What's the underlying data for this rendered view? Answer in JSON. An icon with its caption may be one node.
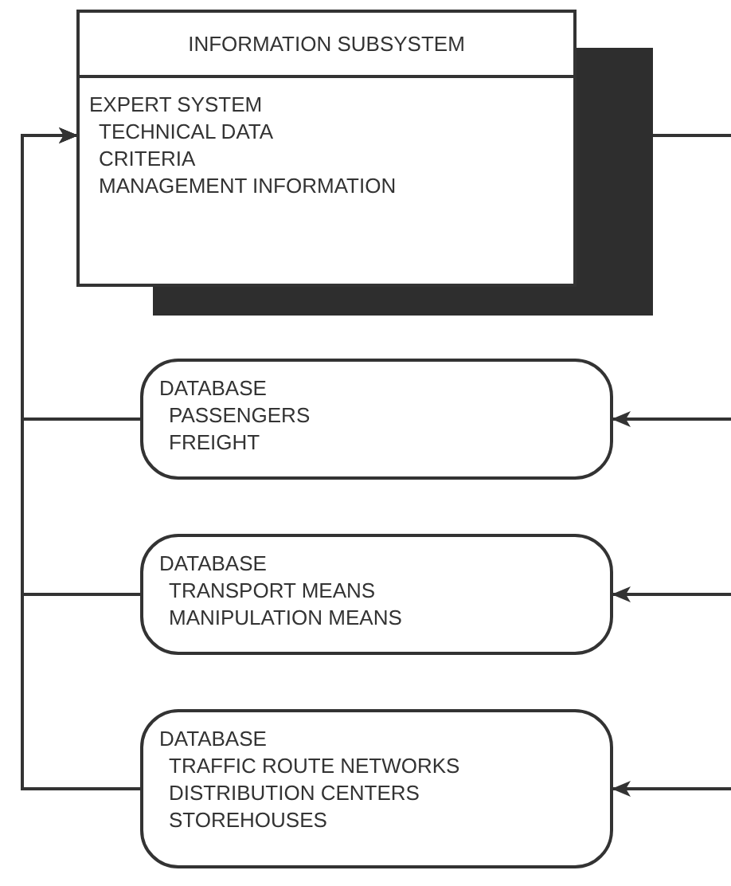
{
  "diagram": {
    "nodes": [
      {
        "text": [
          "INFORMATION SUBSYSTEM",
          "EXPERT SYSTEM",
          "TECHNICAL DATA",
          "CRITERIA",
          "MANAGEMENT INFORMATION"
        ]
      },
      {
        "text": [
          "DATABASE",
          "PASSENGERS",
          "FREIGHT"
        ]
      },
      {
        "text": [
          "DATABASE",
          "TRANSPORT MEANS",
          "MANIPULATION MEANS"
        ]
      },
      {
        "text": [
          "DATABASE",
          "TRAFFIC ROUTE NETWORKS",
          "DISTRIBUTION CENTERS",
          "STOREHOUSES"
        ]
      }
    ],
    "edges": [
      {
        "from": 1,
        "to": 0,
        "arrow": "to"
      },
      {
        "from": 2,
        "to": 0,
        "arrow": "to"
      },
      {
        "from": 3,
        "to": 0,
        "arrow": "to"
      },
      {
        "from": 0,
        "to": null,
        "arrow": "none"
      },
      {
        "from": null,
        "to": 1,
        "arrow": "to"
      },
      {
        "from": null,
        "to": 2,
        "arrow": "to"
      },
      {
        "from": null,
        "to": 3,
        "arrow": "to"
      }
    ]
  }
}
